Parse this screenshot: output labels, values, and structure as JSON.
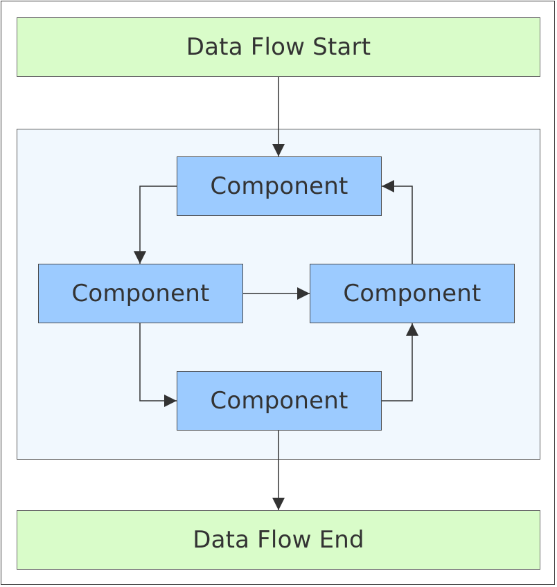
{
  "diagram": {
    "start_label": "Data Flow Start",
    "end_label": "Data Flow End",
    "components": [
      {
        "id": "top",
        "label": "Component"
      },
      {
        "id": "left",
        "label": "Component"
      },
      {
        "id": "right",
        "label": "Component"
      },
      {
        "id": "bottom",
        "label": "Component"
      }
    ],
    "edges": [
      {
        "from": "start",
        "to": "top"
      },
      {
        "from": "top",
        "to": "left"
      },
      {
        "from": "left",
        "to": "right"
      },
      {
        "from": "left",
        "to": "bottom"
      },
      {
        "from": "bottom",
        "to": "right"
      },
      {
        "from": "right",
        "to": "top"
      },
      {
        "from": "bottom",
        "to": "end"
      }
    ],
    "colors": {
      "band_fill": "#d9fcc9",
      "container_fill": "#f1f8fe",
      "component_fill": "#9ccbff",
      "stroke": "#3a3a3a"
    }
  }
}
